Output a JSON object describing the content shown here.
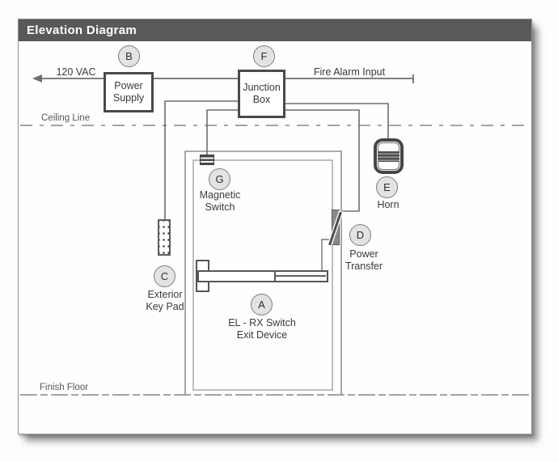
{
  "title": "Elevation Diagram",
  "annotations": {
    "ceiling_line": "Ceiling Line",
    "finish_floor": "Finish Floor",
    "vac_input": "120 VAC",
    "fire_alarm_input": "Fire Alarm Input"
  },
  "components": {
    "power_supply": {
      "tag": "B",
      "line1": "Power",
      "line2": "Supply"
    },
    "junction_box": {
      "tag": "F",
      "line1": "Junction",
      "line2": "Box"
    },
    "exterior_key_pad": {
      "tag": "C",
      "line1": "Exterior",
      "line2": "Key Pad"
    },
    "exit_device": {
      "tag": "A",
      "line1": "EL - RX Switch",
      "line2": "Exit Device"
    },
    "magnetic_switch": {
      "tag": "G",
      "line1": "Magnetic",
      "line2": "Switch"
    },
    "power_transfer": {
      "tag": "D",
      "line1": "Power",
      "line2": "Transfer"
    },
    "horn": {
      "tag": "E",
      "line1": "Horn"
    }
  },
  "colors": {
    "header_bg": "#58595b",
    "header_text": "#ffffff",
    "box_border": "#4a4a4a",
    "wire": "#6e6e6e",
    "door_line": "#8f8f8f",
    "tag_fill": "#e3e3e3",
    "text": "#3a3a3a"
  }
}
